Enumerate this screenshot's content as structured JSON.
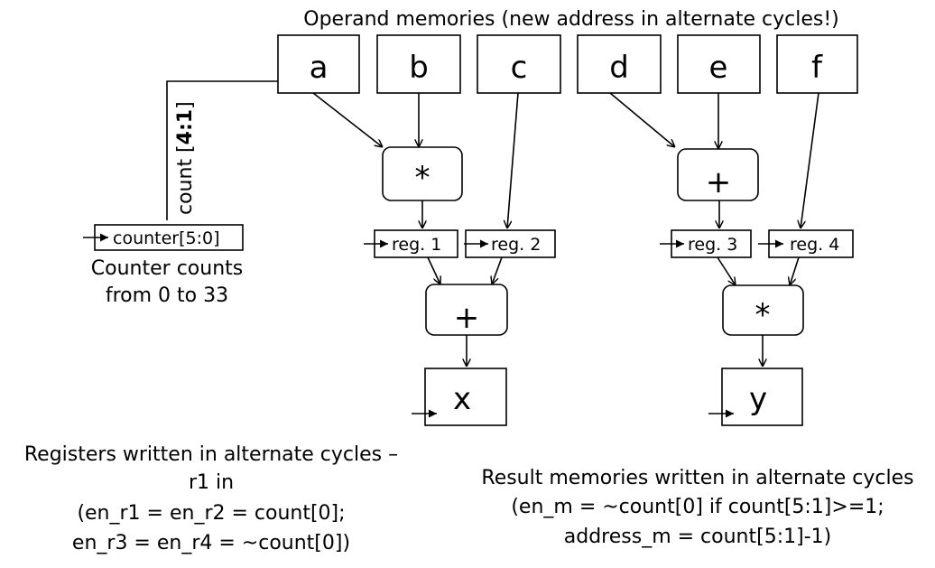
{
  "title": "Operand memories (new address in alternate cycles!)",
  "memories": [
    "a",
    "b",
    "c",
    "d",
    "e",
    "f"
  ],
  "counter": {
    "label": "counter[5:0]",
    "bus_label_prefix": "count [",
    "bus_label_bold": "4:1",
    "bus_label_suffix": "]",
    "note_line1": "Counter counts",
    "note_line2": "from 0 to 33"
  },
  "operators": {
    "mul_left": "*",
    "add_left": "+",
    "add_right": "+",
    "mul_right": "*"
  },
  "registers": [
    "reg. 1",
    "reg. 2",
    "reg. 3",
    "reg. 4"
  ],
  "results": [
    "x",
    "y"
  ],
  "notes": {
    "left": [
      "Registers written in alternate cycles –",
      "r1 in",
      "(en_r1 = en_r2 = count[0];",
      "en_r3 = en_r4 = ~count[0])"
    ],
    "right": [
      "Result memories written in alternate cycles",
      "(en_m = ~count[0] if count[5:1]>=1;",
      "address_m = count[5:1]-1)"
    ]
  }
}
